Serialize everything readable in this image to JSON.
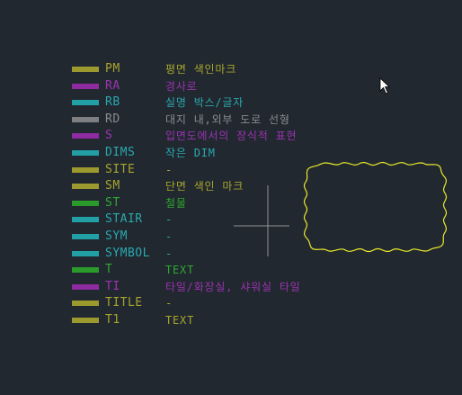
{
  "layers": [
    {
      "name": "PM",
      "description": "평면 색인마크",
      "swatch": "#9c9a2e",
      "color": "#a8a52c"
    },
    {
      "name": "RA",
      "description": "경사로",
      "swatch": "#8e2ba0",
      "color": "#9c33b0"
    },
    {
      "name": "RB",
      "description": "실명 박스/글자",
      "swatch": "#22a0a6",
      "color": "#2aa8ae"
    },
    {
      "name": "RD",
      "description": "대지 내,외부 도로 선형",
      "swatch": "#7d7f82",
      "color": "#8a8c8f"
    },
    {
      "name": "S",
      "description": "입면도에서의 장식적 표현",
      "swatch": "#8e2ba0",
      "color": "#9c33b0"
    },
    {
      "name": "DIMS",
      "description": "작은 DIM",
      "swatch": "#22a0a6",
      "color": "#2aa8ae"
    },
    {
      "name": "SITE",
      "description": "-",
      "swatch": "#9c9a2e",
      "color": "#a8a52c"
    },
    {
      "name": "SM",
      "description": "단면 색인 마크",
      "swatch": "#9c9a2e",
      "color": "#a8a52c"
    },
    {
      "name": "ST",
      "description": "철물",
      "swatch": "#2a9a2a",
      "color": "#2fa82f"
    },
    {
      "name": "STAIR",
      "description": "-",
      "swatch": "#22a0a6",
      "color": "#2aa8ae"
    },
    {
      "name": "SYM",
      "description": "-",
      "swatch": "#22a0a6",
      "color": "#2aa8ae"
    },
    {
      "name": "SYMBOL",
      "description": "-",
      "swatch": "#22a0a6",
      "color": "#2aa8ae"
    },
    {
      "name": "T",
      "description": "TEXT",
      "swatch": "#2a9a2a",
      "color": "#2fa82f"
    },
    {
      "name": "TI",
      "description": "타일/화장실, 샤워실 타일",
      "swatch": "#8e2ba0",
      "color": "#9c33b0"
    },
    {
      "name": "TITLE",
      "description": "-",
      "swatch": "#9c9a2e",
      "color": "#a8a52c"
    },
    {
      "name": "T1",
      "description": "TEXT",
      "swatch": "#9c9a2e",
      "color": "#a8a52c"
    }
  ],
  "colors": {
    "background": "#212830",
    "crosshair": "#8f9499",
    "cloud": "#e8e82a",
    "cursor": "#ffffff"
  },
  "icons": {
    "crosshair": "crosshair-icon",
    "cursor": "mouse-pointer-icon",
    "cloud": "revision-cloud-shape"
  }
}
